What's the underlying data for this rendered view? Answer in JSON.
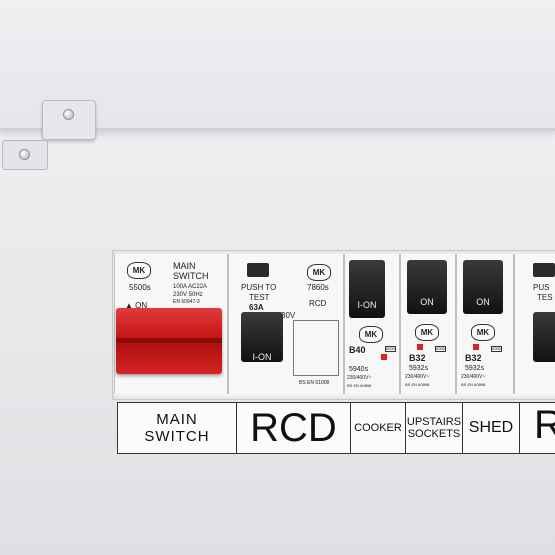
{
  "panel": {
    "main_switch_module": {
      "brand": "MK",
      "model": "5500s",
      "on_mark": "ON",
      "title_1": "MAIN",
      "title_2": "SWITCH",
      "rating": "100A AC22A",
      "voltage": "230V 50Hz",
      "standard": "EN 60947-3"
    },
    "rcd_module": {
      "push_1": "PUSH TO",
      "push_2": "TEST",
      "brand": "MK",
      "model": "7860s",
      "type": "RCD",
      "current_partial": "63A",
      "voltage_partial": "30V",
      "handle": "I-ON",
      "standard": "BS EN 61008"
    },
    "cooker_mcb": {
      "handle": "I-ON",
      "brand": "MK",
      "rating": "B40",
      "model": "5940s",
      "voltage": "230/400V~",
      "standard": "BS EN 60898",
      "capacity": "6000"
    },
    "upstairs_mcb": {
      "handle": "ON",
      "brand": "MK",
      "rating": "B32",
      "model": "5932s",
      "voltage": "230/400V~",
      "standard": "BS EN 60898",
      "capacity": "6000"
    },
    "shed_mcb": {
      "handle": "ON",
      "brand": "MK",
      "rating": "B32",
      "model": "5932s",
      "voltage": "230/400V~",
      "standard": "BS EN 60898",
      "capacity": "6000"
    },
    "partial_module": {
      "push_partial": "PUS",
      "test_partial": "TES"
    }
  },
  "labels": {
    "main_1": "MAIN",
    "main_2": "SWITCH",
    "rcd": "RCD",
    "cooker": "COOKER",
    "upstairs_1": "UPSTAIRS",
    "upstairs_2": "SOCKETS",
    "shed": "SHED",
    "rcd2_partial": "R"
  },
  "colors": {
    "enclosure": "#e9eaec",
    "main_switch_handle": "#c41616",
    "label_border": "#333333"
  }
}
